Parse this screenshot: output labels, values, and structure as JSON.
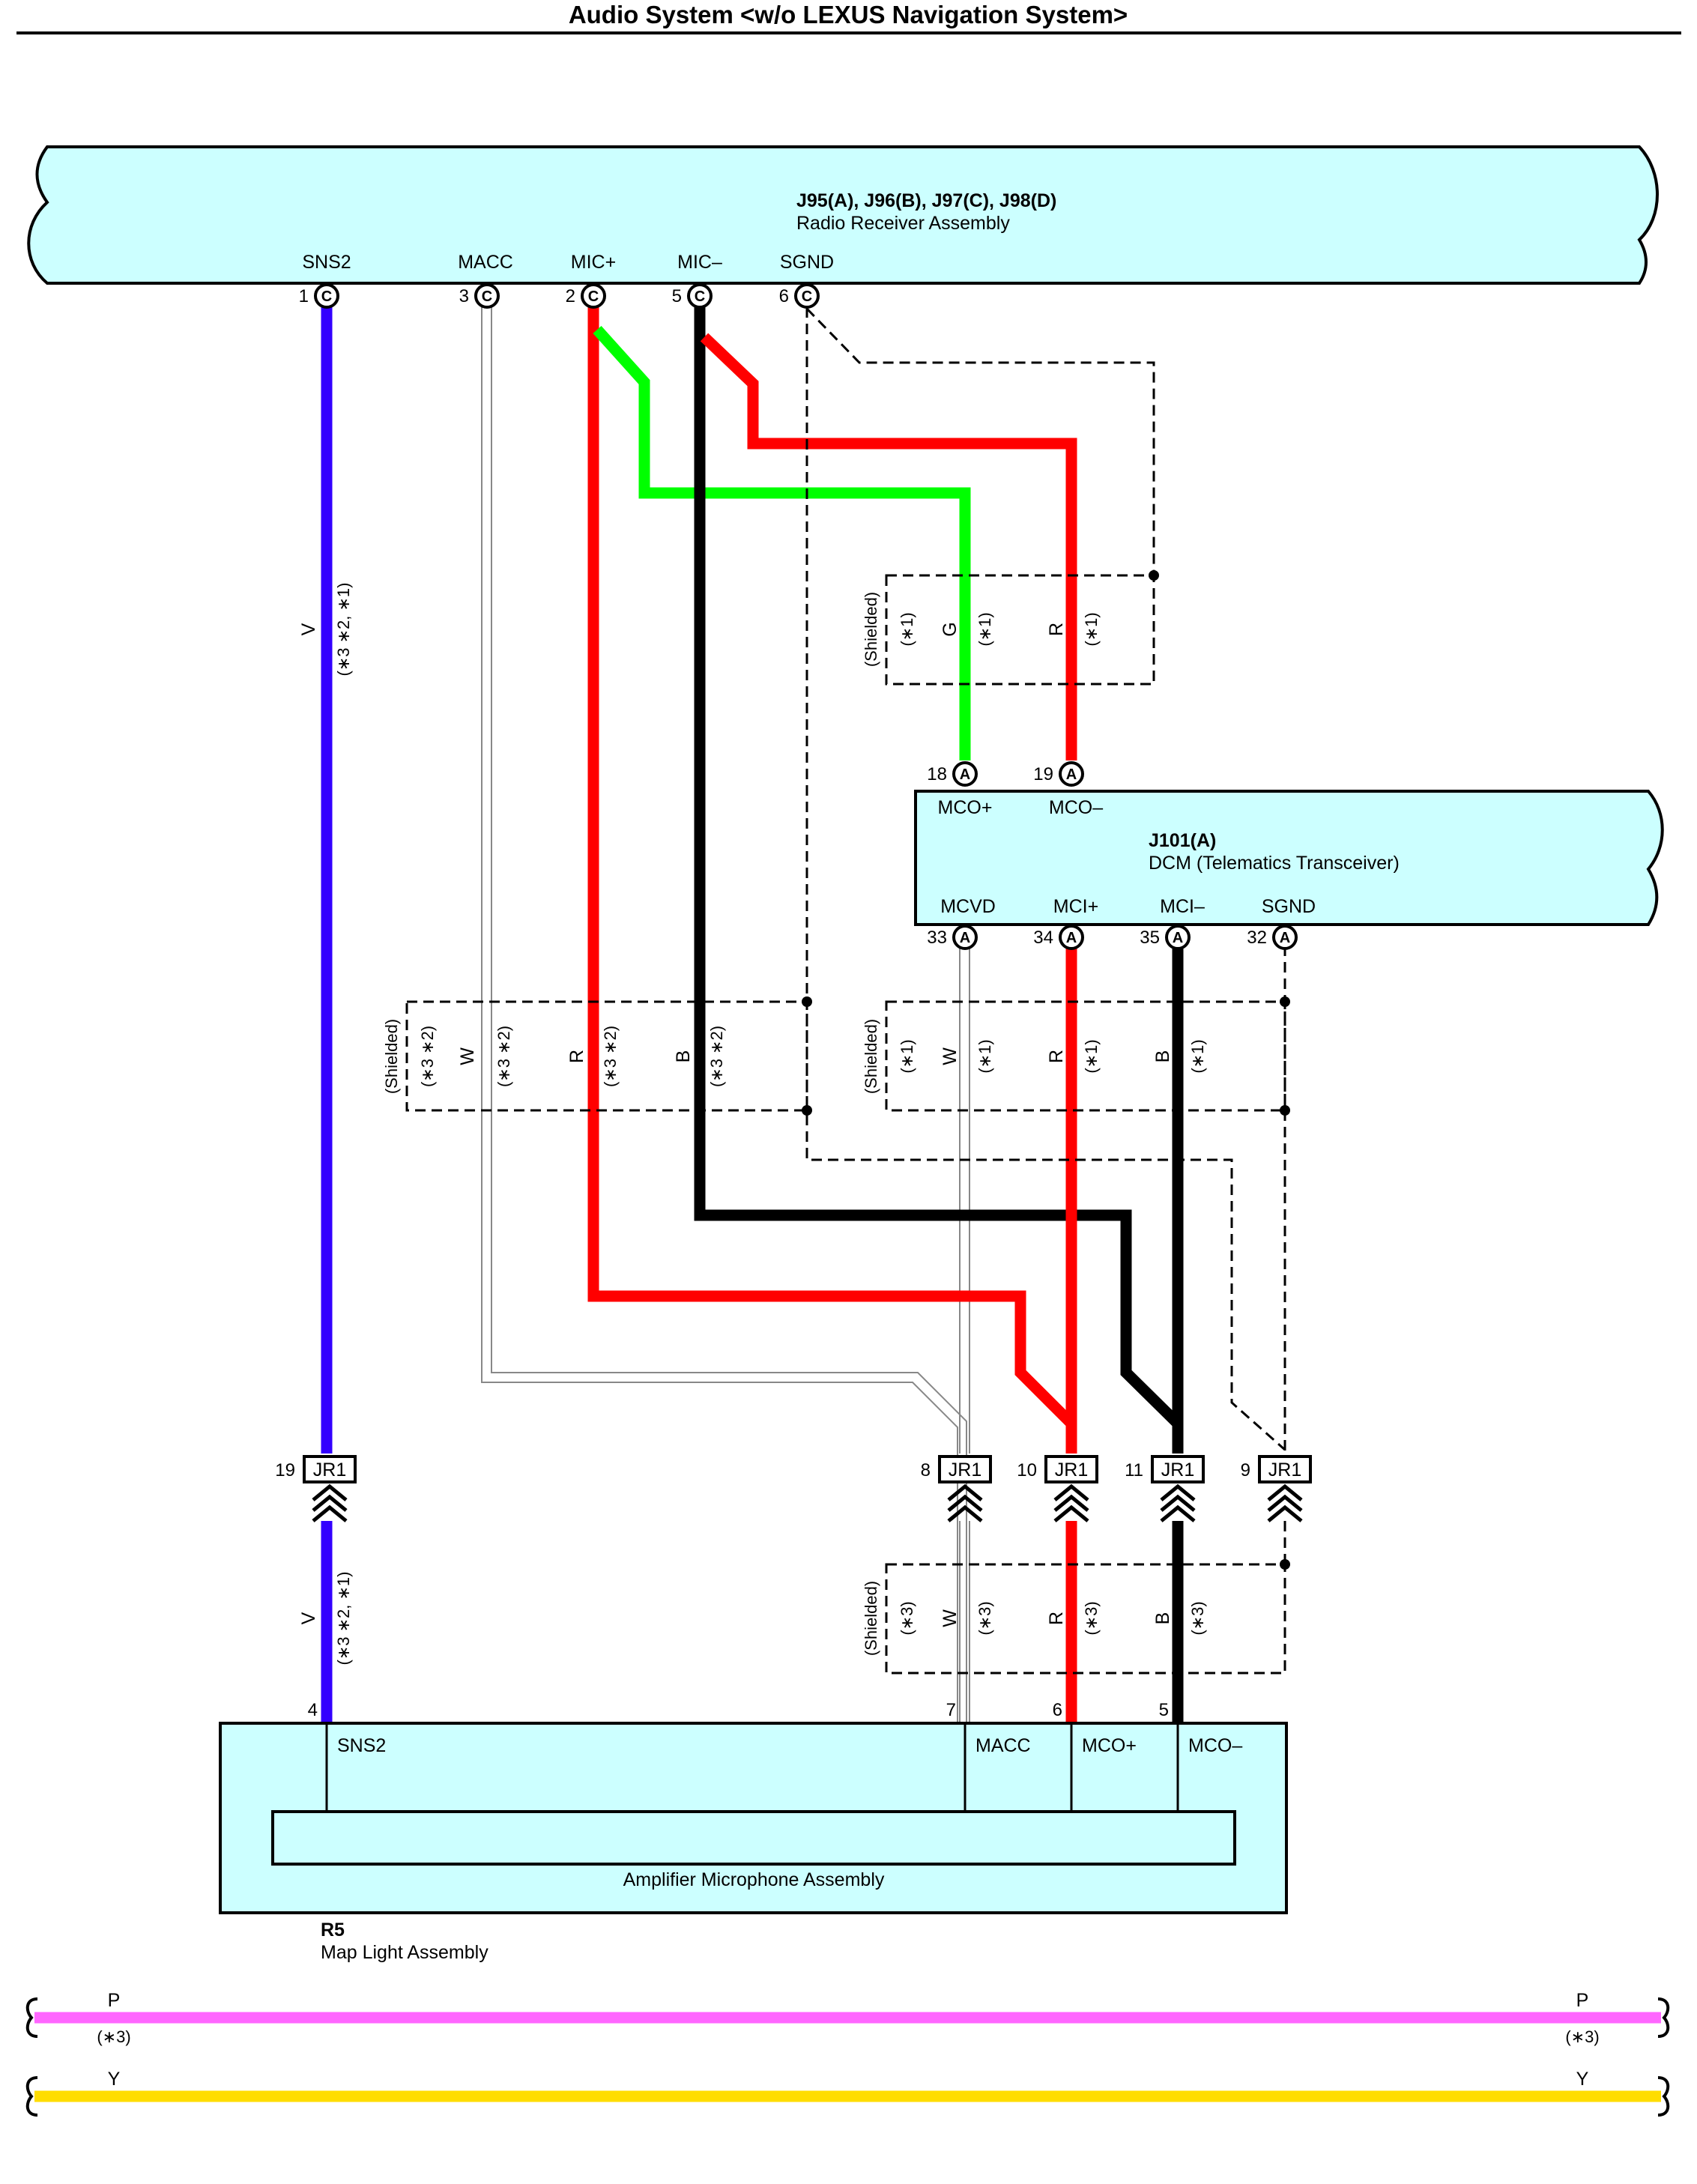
{
  "title": "Audio System <w/o LEXUS Navigation System>",
  "colors": {
    "component_fill": "#ccffff",
    "wire_v": "#3300ff",
    "wire_r": "#ff0000",
    "wire_g": "#00ff00",
    "wire_b": "#000000",
    "wire_w": "#aaaaaa",
    "wire_p": "#ff66ff",
    "wire_y": "#ffdd00"
  },
  "radio_receiver": {
    "code": "J95(A), J96(B), J97(C), J98(D)",
    "name": "Radio Receiver Assembly",
    "pins": [
      {
        "num": "1",
        "conn": "C",
        "label": "SNS2"
      },
      {
        "num": "3",
        "conn": "C",
        "label": "MACC"
      },
      {
        "num": "2",
        "conn": "C",
        "label": "MIC+"
      },
      {
        "num": "5",
        "conn": "C",
        "label": "MIC–"
      },
      {
        "num": "6",
        "conn": "C",
        "label": "SGND"
      }
    ]
  },
  "dcm": {
    "code": "J101(A)",
    "name": "DCM (Telematics Transceiver)",
    "top_pins": [
      {
        "num": "18",
        "conn": "A",
        "label": "MCO+"
      },
      {
        "num": "19",
        "conn": "A",
        "label": "MCO–"
      }
    ],
    "bottom_pins": [
      {
        "num": "33",
        "conn": "A",
        "label": "MCVD"
      },
      {
        "num": "34",
        "conn": "A",
        "label": "MCI+"
      },
      {
        "num": "35",
        "conn": "A",
        "label": "MCI–"
      },
      {
        "num": "32",
        "conn": "A",
        "label": "SGND"
      }
    ]
  },
  "shield_groups": {
    "upper_right": {
      "label": "(Shielded)",
      "note": "(∗1)",
      "wires": [
        {
          "c": "G",
          "n": "(∗1)"
        },
        {
          "c": "R",
          "n": "(∗1)"
        }
      ]
    },
    "mid_left": {
      "label": "(Shielded)",
      "note": "(∗3 ∗2)",
      "wires": [
        {
          "c": "W",
          "n": "(∗3 ∗2)"
        },
        {
          "c": "R",
          "n": "(∗3 ∗2)"
        },
        {
          "c": "B",
          "n": "(∗3 ∗2)"
        }
      ]
    },
    "mid_right": {
      "label": "(Shielded)",
      "note": "(∗1)",
      "wires": [
        {
          "c": "W",
          "n": "(∗1)"
        },
        {
          "c": "R",
          "n": "(∗1)"
        },
        {
          "c": "B",
          "n": "(∗1)"
        }
      ]
    },
    "lower": {
      "label": "(Shielded)",
      "note": "(∗3)",
      "wires": [
        {
          "c": "W",
          "n": "(∗3)"
        },
        {
          "c": "R",
          "n": "(∗3)"
        },
        {
          "c": "B",
          "n": "(∗3)"
        }
      ]
    }
  },
  "v_wire": {
    "color": "V",
    "note": "(∗3 ∗2, ∗1)"
  },
  "junctions": {
    "name": "JR1",
    "pins": [
      "19",
      "8",
      "10",
      "11",
      "9"
    ]
  },
  "map_light": {
    "code": "R5",
    "name": "Map Light Assembly",
    "inner_name": "Amplifier Microphone Assembly",
    "pins": [
      {
        "num": "4",
        "label": "SNS2"
      },
      {
        "num": "7",
        "label": "MACC"
      },
      {
        "num": "6",
        "label": "MCO+"
      },
      {
        "num": "5",
        "label": "MCO–"
      }
    ]
  },
  "through_wires": [
    {
      "color": "P",
      "note": "(∗3)"
    },
    {
      "color": "Y",
      "note": ""
    }
  ]
}
